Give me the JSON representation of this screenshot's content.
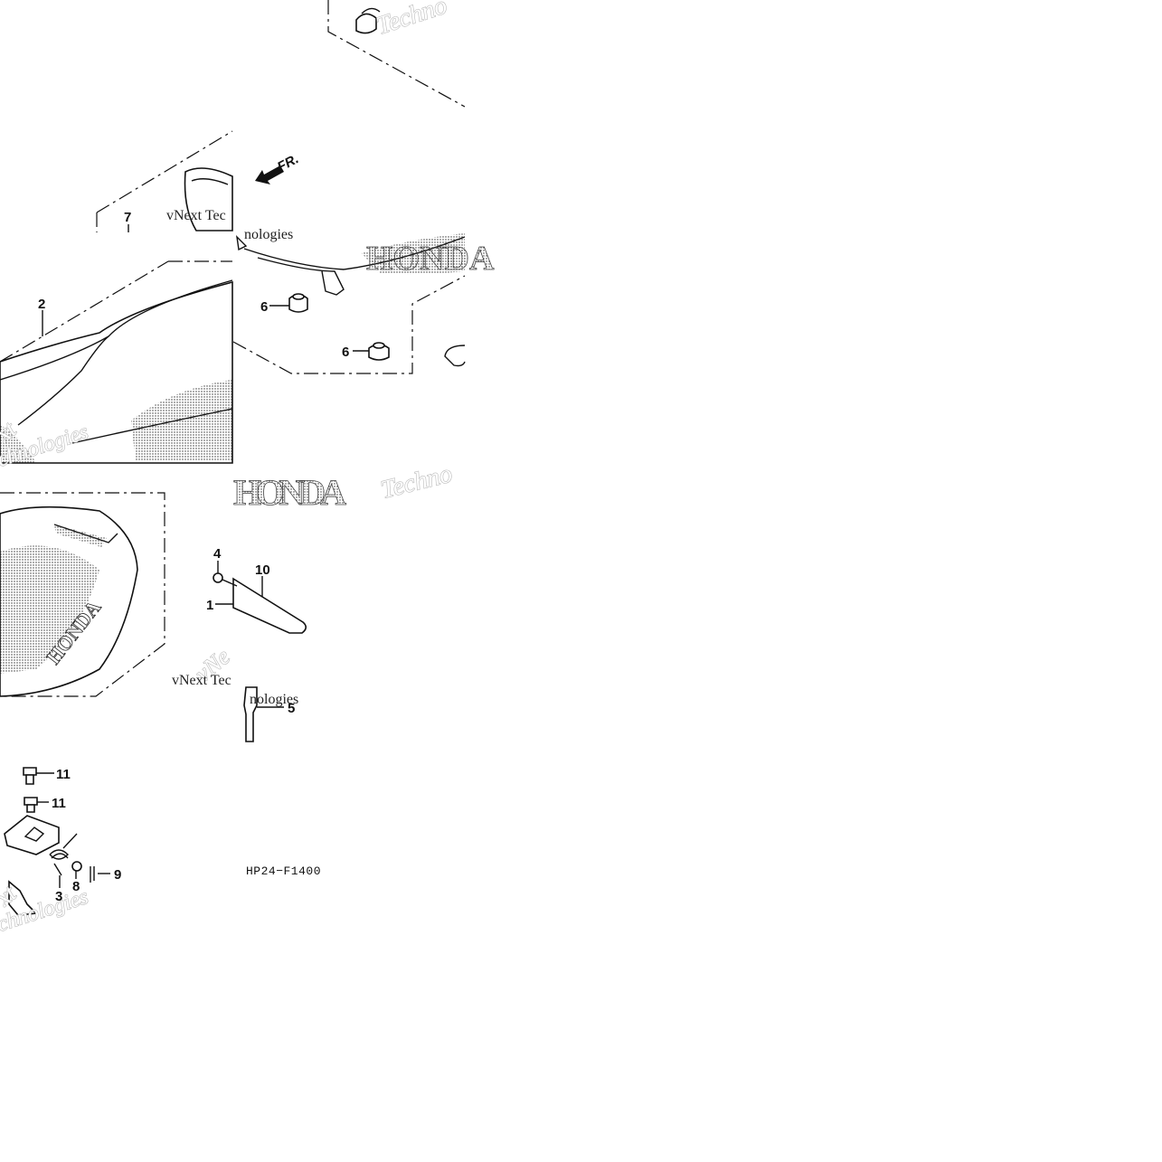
{
  "diagram": {
    "figure_code": "HP24−F1400",
    "direction_label": "FR.",
    "brand_marks": [
      "HONDA",
      "HONDA",
      "HONDA"
    ],
    "callouts": [
      {
        "id": "c7",
        "label": "7"
      },
      {
        "id": "c2",
        "label": "2"
      },
      {
        "id": "c6a",
        "label": "6"
      },
      {
        "id": "c6b",
        "label": "6"
      },
      {
        "id": "c4",
        "label": "4"
      },
      {
        "id": "c10",
        "label": "10"
      },
      {
        "id": "c1",
        "label": "1"
      },
      {
        "id": "c5",
        "label": "5"
      },
      {
        "id": "c11a",
        "label": "11"
      },
      {
        "id": "c11b",
        "label": "11"
      },
      {
        "id": "c3",
        "label": "3"
      },
      {
        "id": "c8",
        "label": "8"
      },
      {
        "id": "c9",
        "label": "9"
      }
    ],
    "watermarks": [
      "Techno",
      "vNext Tec",
      "nologies",
      "Techno",
      "xt",
      "chnologies",
      "vNe",
      "vNext Tec",
      "nologies",
      "xt",
      "chnologies"
    ]
  }
}
